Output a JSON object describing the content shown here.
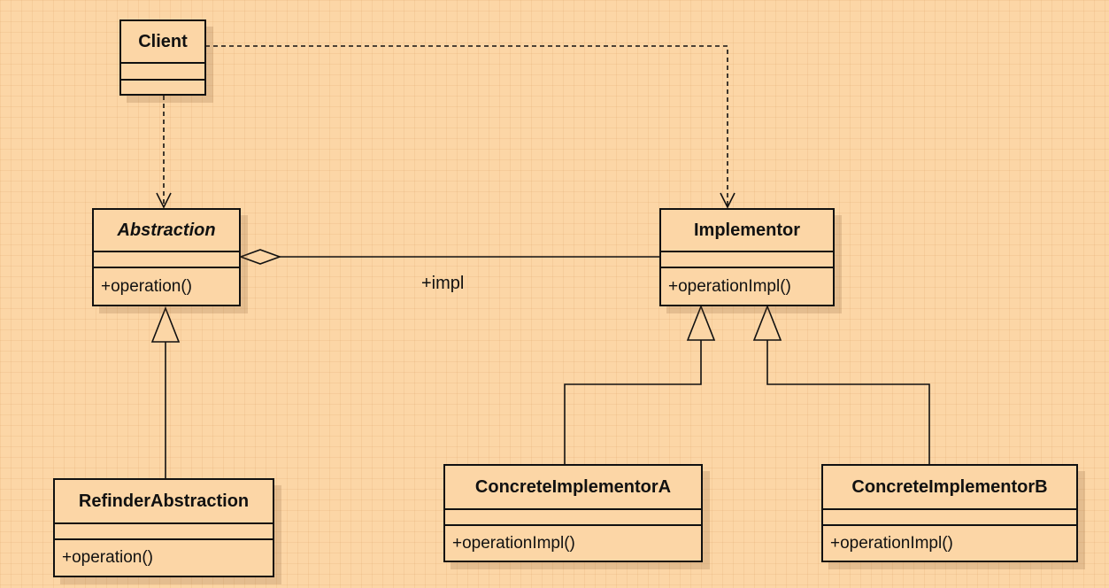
{
  "classes": {
    "client": {
      "name": "Client",
      "operation": ""
    },
    "abstraction": {
      "name": "Abstraction",
      "operation": "+operation()"
    },
    "implementor": {
      "name": "Implementor",
      "operation": "+operationImpl()"
    },
    "refined": {
      "name": "RefinderAbstraction",
      "operation": "+operation()"
    },
    "concrete_a": {
      "name": "ConcreteImplementorA",
      "operation": "+operationImpl()"
    },
    "concrete_b": {
      "name": "ConcreteImplementorB",
      "operation": "+operationImpl()"
    }
  },
  "relations": {
    "aggregation_label": "+impl"
  }
}
